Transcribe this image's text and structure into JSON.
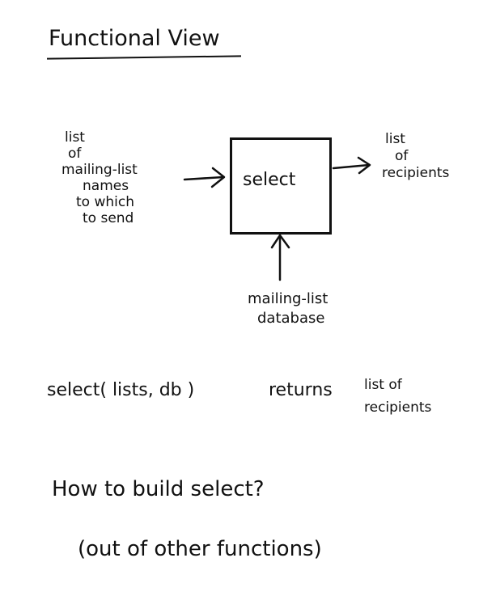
{
  "title": "Functional View",
  "diagram": {
    "input_label_lines": [
      "list",
      "of",
      "mailing-list",
      "names",
      "to which",
      "to send"
    ],
    "function_name": "select",
    "output_label_lines": [
      "list",
      "of",
      "recipients"
    ],
    "database_label_lines": [
      "mailing-list",
      "database"
    ]
  },
  "signature": {
    "call": "select( lists, db )",
    "returns": "returns",
    "result_lines": [
      "list of",
      "recipients"
    ]
  },
  "question": "How to build select?",
  "question_note": "(out of other functions)"
}
